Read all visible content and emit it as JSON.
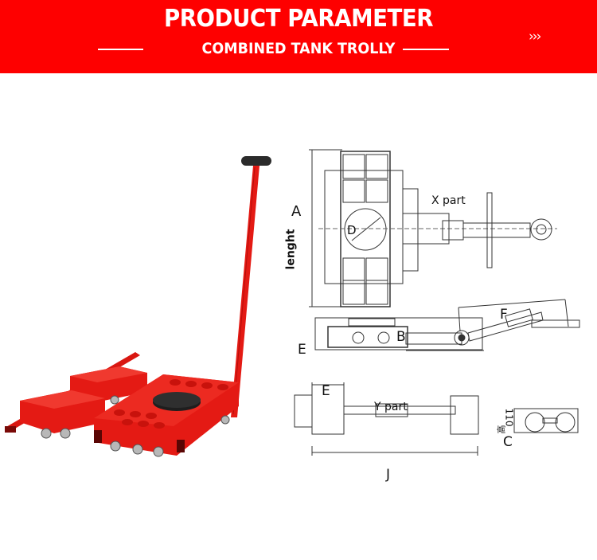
{
  "banner": {
    "title": "PRODUCT PARAMETER",
    "subtitle": "COMBINED TANK TROLLY",
    "chevrons": "›››",
    "background_color": "#fe0000",
    "text_color": "#ffffff"
  },
  "product_photo": {
    "description": "red combined tank trolley with T-handle and black swivel top plate",
    "body_color": "#e41a14",
    "top_plate_color": "#2a2a2a"
  },
  "drawing": {
    "top_view": {
      "label_A": "A",
      "label_length": "lenght",
      "label_D": "D",
      "label_X_part": "X part"
    },
    "side_view": {
      "label_E": "E",
      "label_B": "B",
      "label_F": "F"
    },
    "y_view": {
      "label_E": "E",
      "label_Y_part": "Y part",
      "label_J": "J"
    },
    "end_view": {
      "label_height_cn": "高",
      "label_height_value": "110",
      "label_C": "C"
    }
  }
}
